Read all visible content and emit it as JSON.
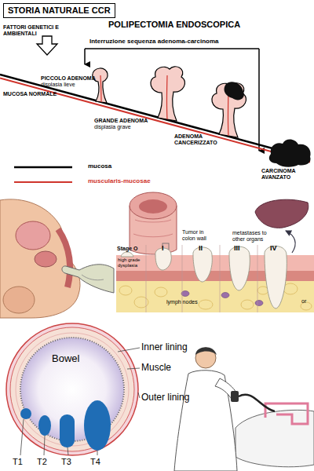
{
  "diagram": {
    "title": "STORIA NATURALE CCR",
    "labels": [
      "FATTORI GENETICI E AMBIENTALI",
      "POLIPECTOMIA ENDOSCOPICA",
      "Interruzione sequenza adenoma-carcinoma",
      "MUCOSA NORMALE",
      "PICCOLO ADENOMA",
      "displasia lieve",
      "GRANDE ADENOMA",
      "displasia grave",
      "ADENOMA CANCERIZZATO",
      "CARCINOMA AVANZATO",
      "Tumor in colon wall",
      "metastases to other organs",
      "Stage O",
      "I",
      "II",
      "III",
      "IV",
      "high grade dysplasia",
      "lymph nodes",
      "or",
      "Bowel",
      "Inner lining",
      "Muscle",
      "Outer lining",
      "T1",
      "T2",
      "T3",
      "T4"
    ],
    "legend": [
      {
        "text": "mucosa"
      },
      {
        "text": "muscularis-mucosae"
      }
    ]
  }
}
